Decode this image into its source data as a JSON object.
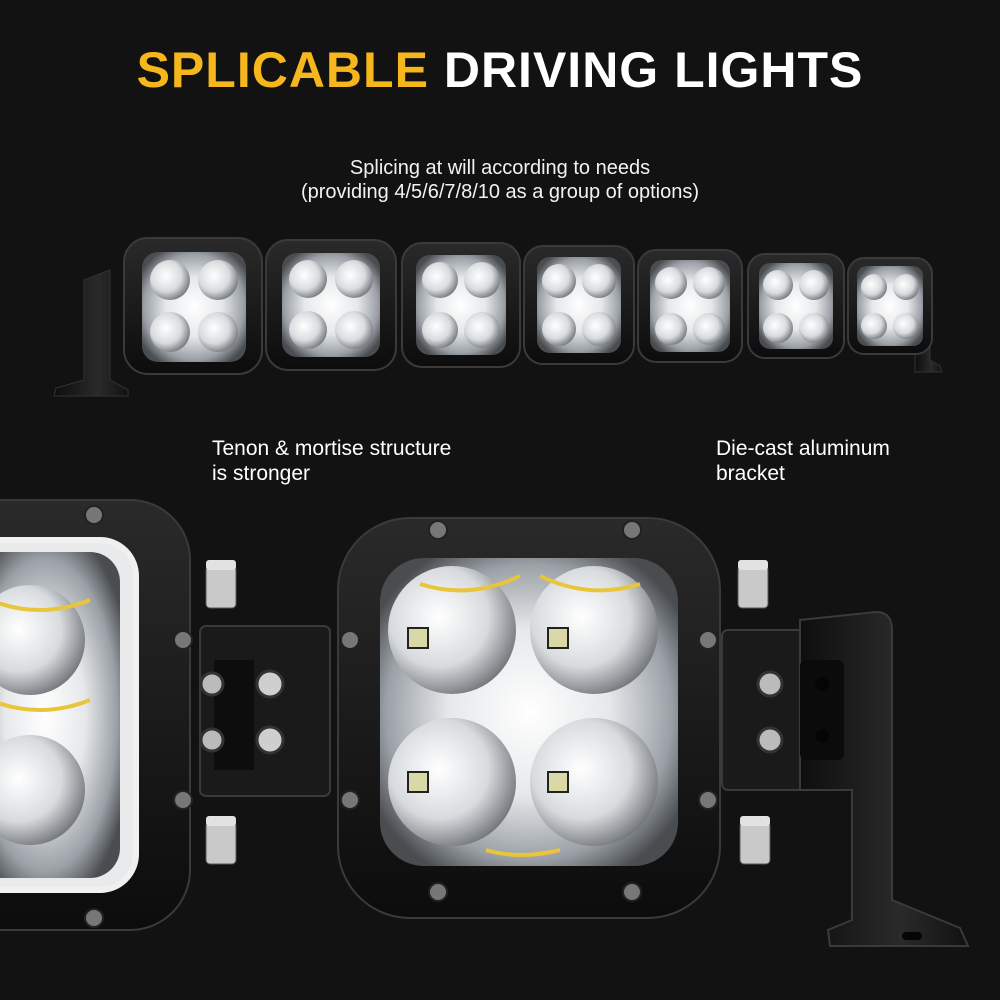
{
  "title": {
    "accent": "SPLICABLE",
    "rest": "DRIVING LIGHTS"
  },
  "subtitle": {
    "line1": "Splicing at will according to needs",
    "line2": "(providing 4/5/6/7/8/10 as a group of options)"
  },
  "features": {
    "left": {
      "line1": "Tenon & mortise structure",
      "line2": "is stronger"
    },
    "right": {
      "line1": "Die-cast aluminum",
      "line2": "bracket"
    }
  },
  "colors": {
    "accent": "#f6b71d",
    "background": "#121212",
    "housing": "#1c1c1c"
  }
}
